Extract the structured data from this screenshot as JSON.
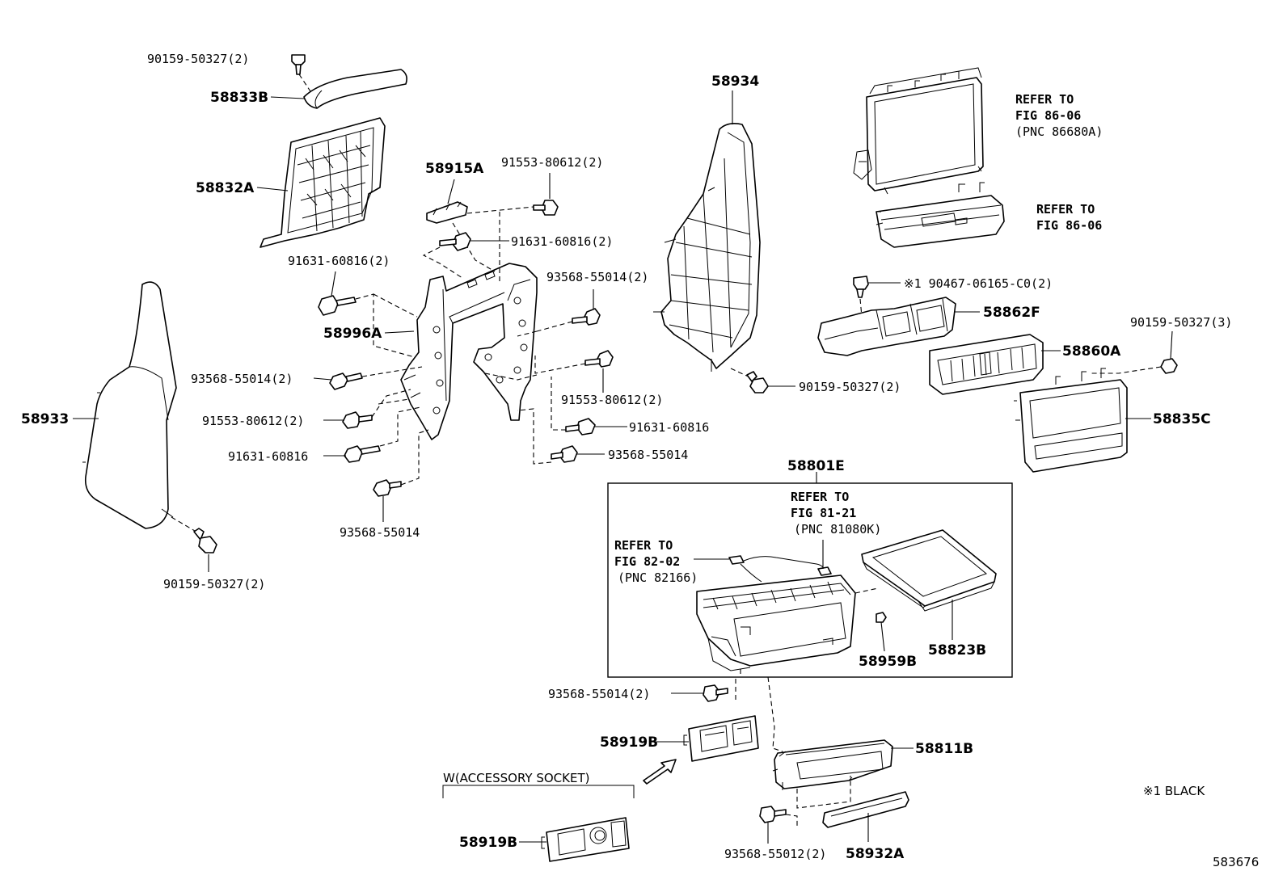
{
  "labels": {
    "l01": "90159-50327(2)",
    "l02": "58833B",
    "l03": "58832A",
    "l04": "91631-60816(2)",
    "l05": "58933",
    "l06": "58996A",
    "l07": "93568-55014(2)",
    "l08": "91553-80612(2)",
    "l09": "91631-60816",
    "l10": "93568-55014",
    "l11": "90159-50327(2)",
    "l12": "58915A",
    "l13": "91553-80612(2)",
    "l14": "91631-60816(2)",
    "l15": "93568-55014(2)",
    "l16": "91553-80612(2)",
    "l17": "91631-60816",
    "l18": "93568-55014",
    "l19": "58934",
    "l20": "90159-50327(2)",
    "l21": "REFER TO",
    "l22": "FIG 86-06",
    "l23": "(PNC 86680A)",
    "l24": "REFER TO",
    "l25": "FIG 86-06",
    "l26": "※1 90467-06165-C0(2)",
    "l27": "58862F",
    "l28": "58860A",
    "l29": "90159-50327(3)",
    "l30": "58835C",
    "l31": "58801E",
    "l32": "REFER TO",
    "l33": "FIG 81-21",
    "l34": "(PNC 81080K)",
    "l35": "REFER TO",
    "l36": "FIG 82-02",
    "l37": "(PNC 82166)",
    "l38": "58959B",
    "l39": "58823B",
    "l40": "93568-55014(2)",
    "l41": "58919B",
    "l42": "58811B",
    "l43": "W(ACCESSORY SOCKET)",
    "l44": "58919B",
    "l45": "93568-55012(2)",
    "l46": "58932A",
    "l47": "※1 BLACK",
    "l48": "583676"
  }
}
